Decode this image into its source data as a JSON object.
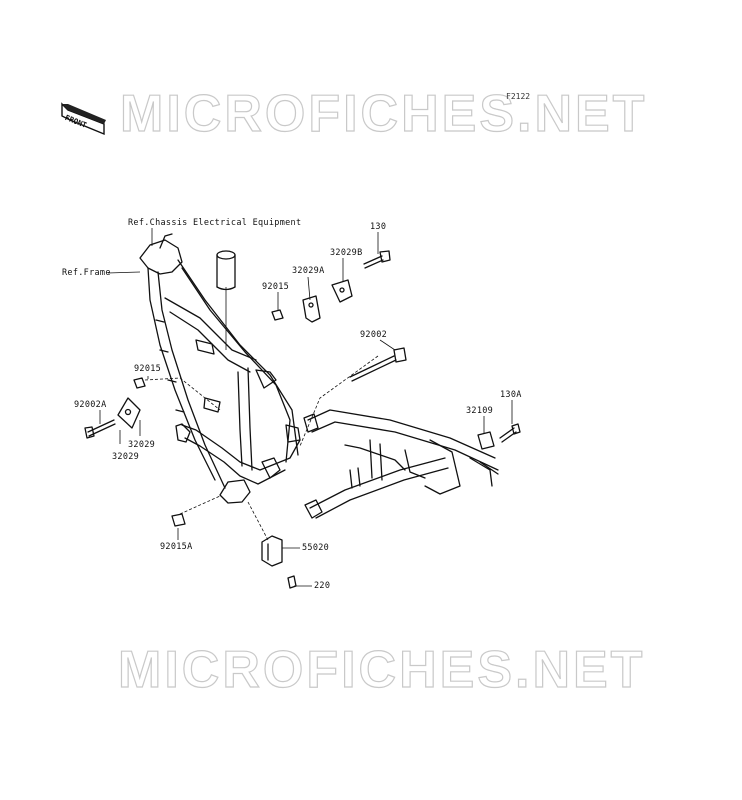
{
  "watermark": "MICROFICHES.NET",
  "figure_code": "F2122",
  "front_badge": "FRONT",
  "labels": {
    "ref_chassis": "Ref.Chassis Electrical Equipment",
    "ref_frame": "Ref.Frame",
    "p130": "130",
    "p32029B": "32029B",
    "p32029A": "32029A",
    "p92015_top": "92015",
    "p92002": "92002",
    "p92015_mid": "92015",
    "p92002A": "92002A",
    "p32029_a": "32029",
    "p32029_b": "32029",
    "p130A": "130A",
    "p32109": "32109",
    "p92015A": "92015A",
    "p55020": "55020",
    "p220": "220"
  }
}
